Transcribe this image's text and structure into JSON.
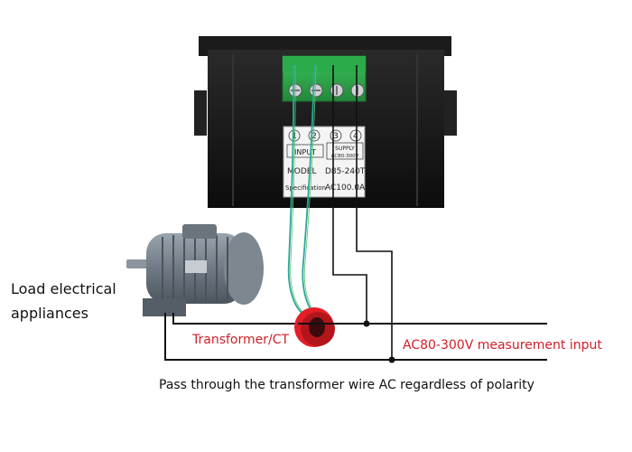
{
  "labels": {
    "load_line1": "Load electrical",
    "load_line2": "appliances",
    "transformer": "Transformer/CT",
    "measurement": "AC80-300V measurement input",
    "pass_through": "Pass through the transformer wire AC regardless of polarity"
  },
  "module": {
    "terminals": [
      "1",
      "2",
      "3",
      "4"
    ],
    "header_input": "INPUT",
    "header_supply_line1": "SUPPLY",
    "header_supply_line2": "AC80-300V",
    "model_label": "MODEL",
    "model_value": "D85-240T",
    "spec_label": "Specification",
    "spec_value": "AC100.0A"
  },
  "colors": {
    "label_red": "#d1202a",
    "terminal_green": "#2fa84a",
    "lead_teal": "#2aa79b",
    "case_black": "#141414",
    "ct_ring": "#e41e26"
  }
}
